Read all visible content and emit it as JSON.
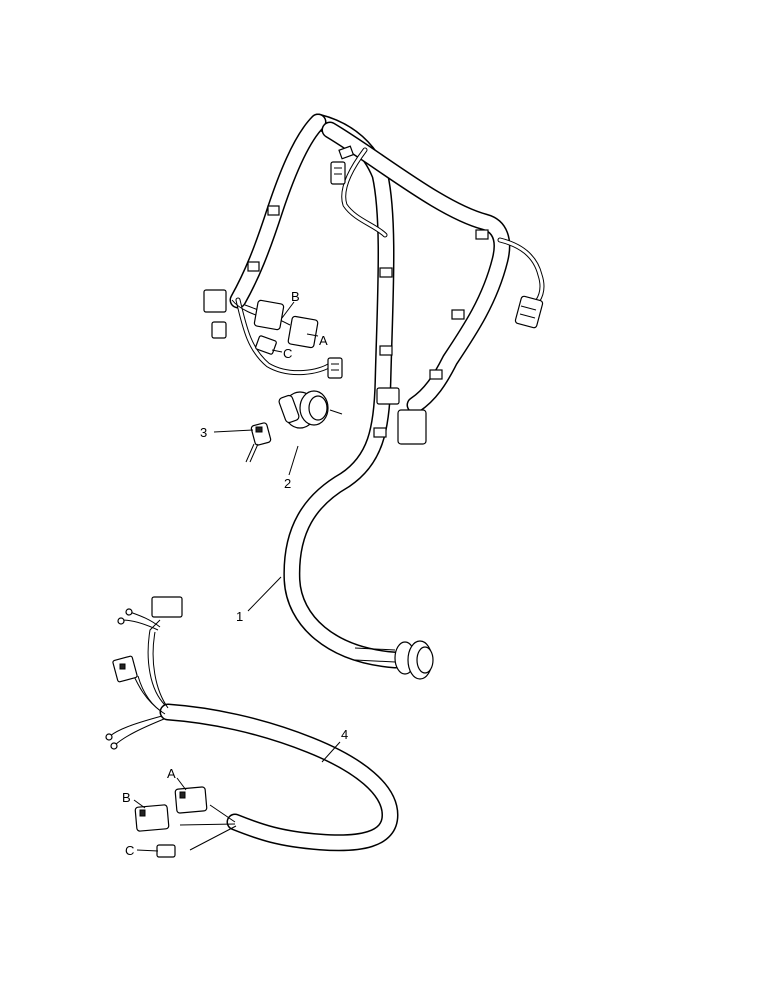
{
  "callouts": {
    "item1": "1",
    "item2": "2",
    "item3": "3",
    "item4": "4",
    "upper_a": "A",
    "upper_b": "B",
    "upper_c": "C",
    "lower_a": "A",
    "lower_b": "B",
    "lower_c": "C"
  },
  "colors": {
    "line": "#000000",
    "background": "#ffffff"
  }
}
